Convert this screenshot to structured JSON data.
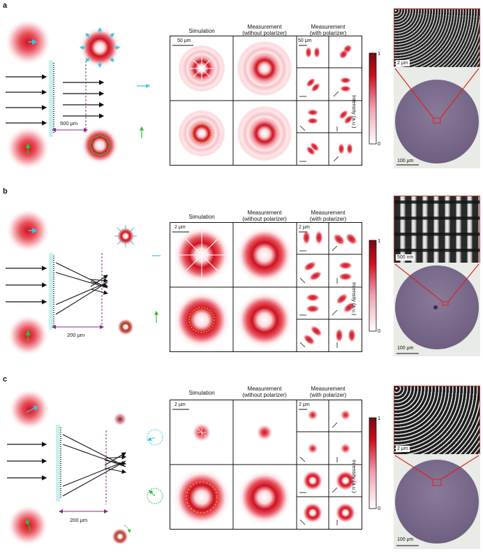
{
  "panels": [
    {
      "letter": "a",
      "headers": {
        "sim": "Simulation",
        "meas1": "Measurement",
        "meas1b": "(without polarizer)",
        "meas2": "Measurement",
        "meas2b": "(with polarizer)"
      },
      "distance": "500 μm",
      "sim_scale": "50 μm",
      "pol_scale": "50 μm",
      "sem_top_scale": "2 μm",
      "sem_bottom_scale": "100 μm",
      "colorbar": {
        "max": "1",
        "min": "0",
        "label": "Intensity (a.u.)"
      }
    },
    {
      "letter": "b",
      "headers": {
        "sim": "Simulation",
        "meas1": "Measurement",
        "meas1b": "(without polarizer)",
        "meas2": "Measurement",
        "meas2b": "(with polarizer)"
      },
      "distance": "200 μm",
      "sim_scale": "2 μm",
      "pol_scale": "2 μm",
      "sem_top_scale": "500 nm",
      "sem_bottom_scale": "100 μm",
      "colorbar": {
        "max": "1",
        "min": "0",
        "label": "Intensity (a.u.)"
      }
    },
    {
      "letter": "c",
      "headers": {
        "sim": "Simulation",
        "meas1": "Measurement",
        "meas1b": "(without polarizer)",
        "meas2": "Measurement",
        "meas2b": "(with polarizer)"
      },
      "distance": "200 μm",
      "sim_scale": "2 μm",
      "pol_scale": "2 μm",
      "sem_top_scale": "2 μm",
      "sem_bottom_scale": "100 μm",
      "colorbar": {
        "max": "1",
        "min": "0",
        "label": "Intensity (a.u.)"
      }
    }
  ],
  "colors": {
    "accent_red": "#d0101e",
    "cyan": "#36c8e0",
    "green": "#2fbf3a",
    "purple": "#8a2a8a",
    "frame_red": "#c0392b"
  }
}
